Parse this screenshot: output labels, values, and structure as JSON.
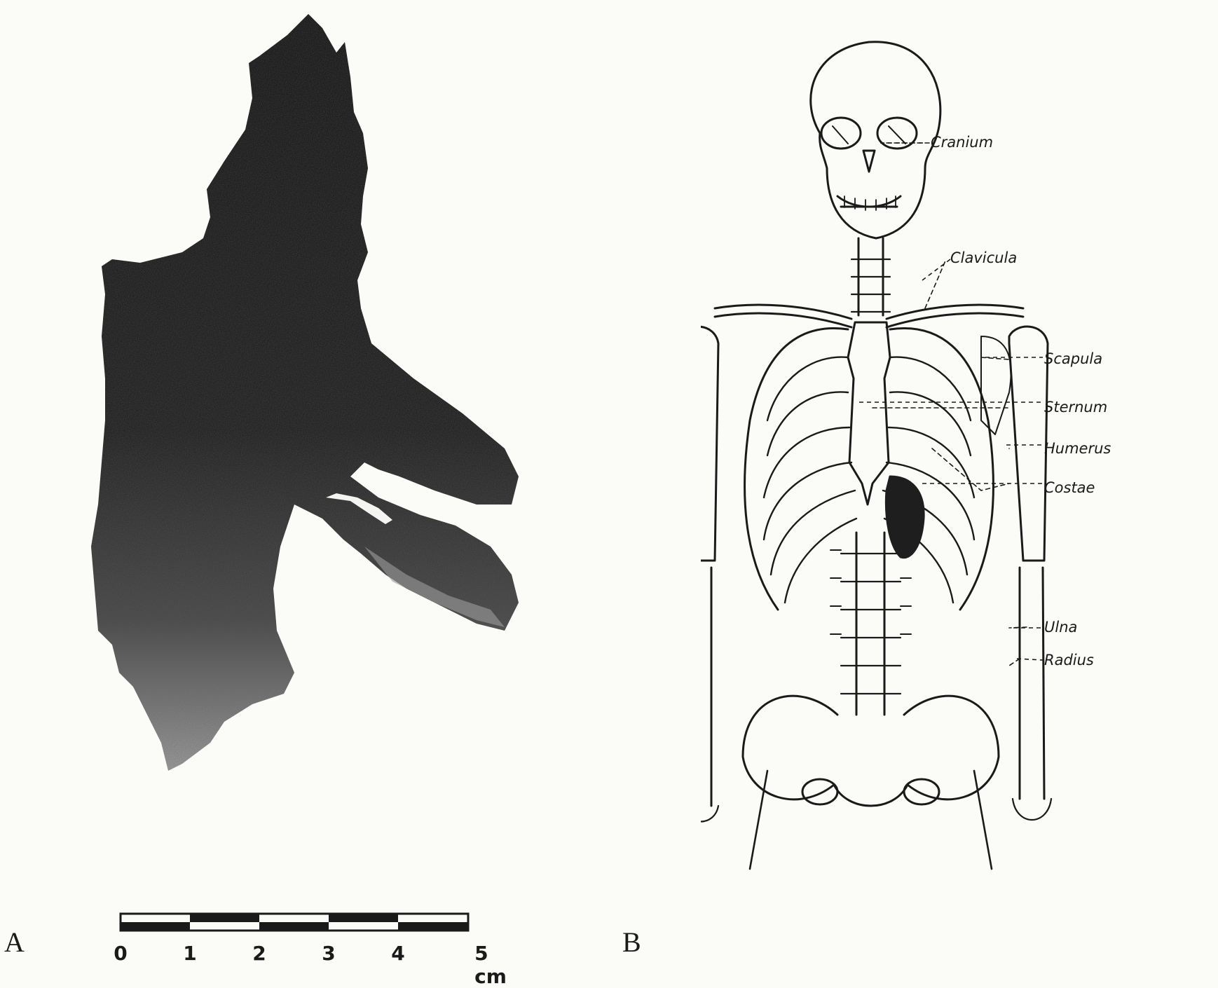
{
  "panel_a": {
    "letter": "A",
    "scale_bar": {
      "ticks": [
        "0",
        "1",
        "2",
        "3",
        "4",
        "5 cm"
      ]
    }
  },
  "panel_b": {
    "letter": "B",
    "labels": {
      "cranium": "Cranium",
      "clavicula": "Clavicula",
      "scapula": "Scapula",
      "sternum": "Sternum",
      "humerus": "Humerus",
      "costae": "Costae",
      "ulna": "Ulna",
      "radius": "Radius"
    }
  },
  "colors": {
    "ink": "#1a1a1a",
    "fragment_dark": "#1e1e1e",
    "paper": "#fbfbf8"
  }
}
